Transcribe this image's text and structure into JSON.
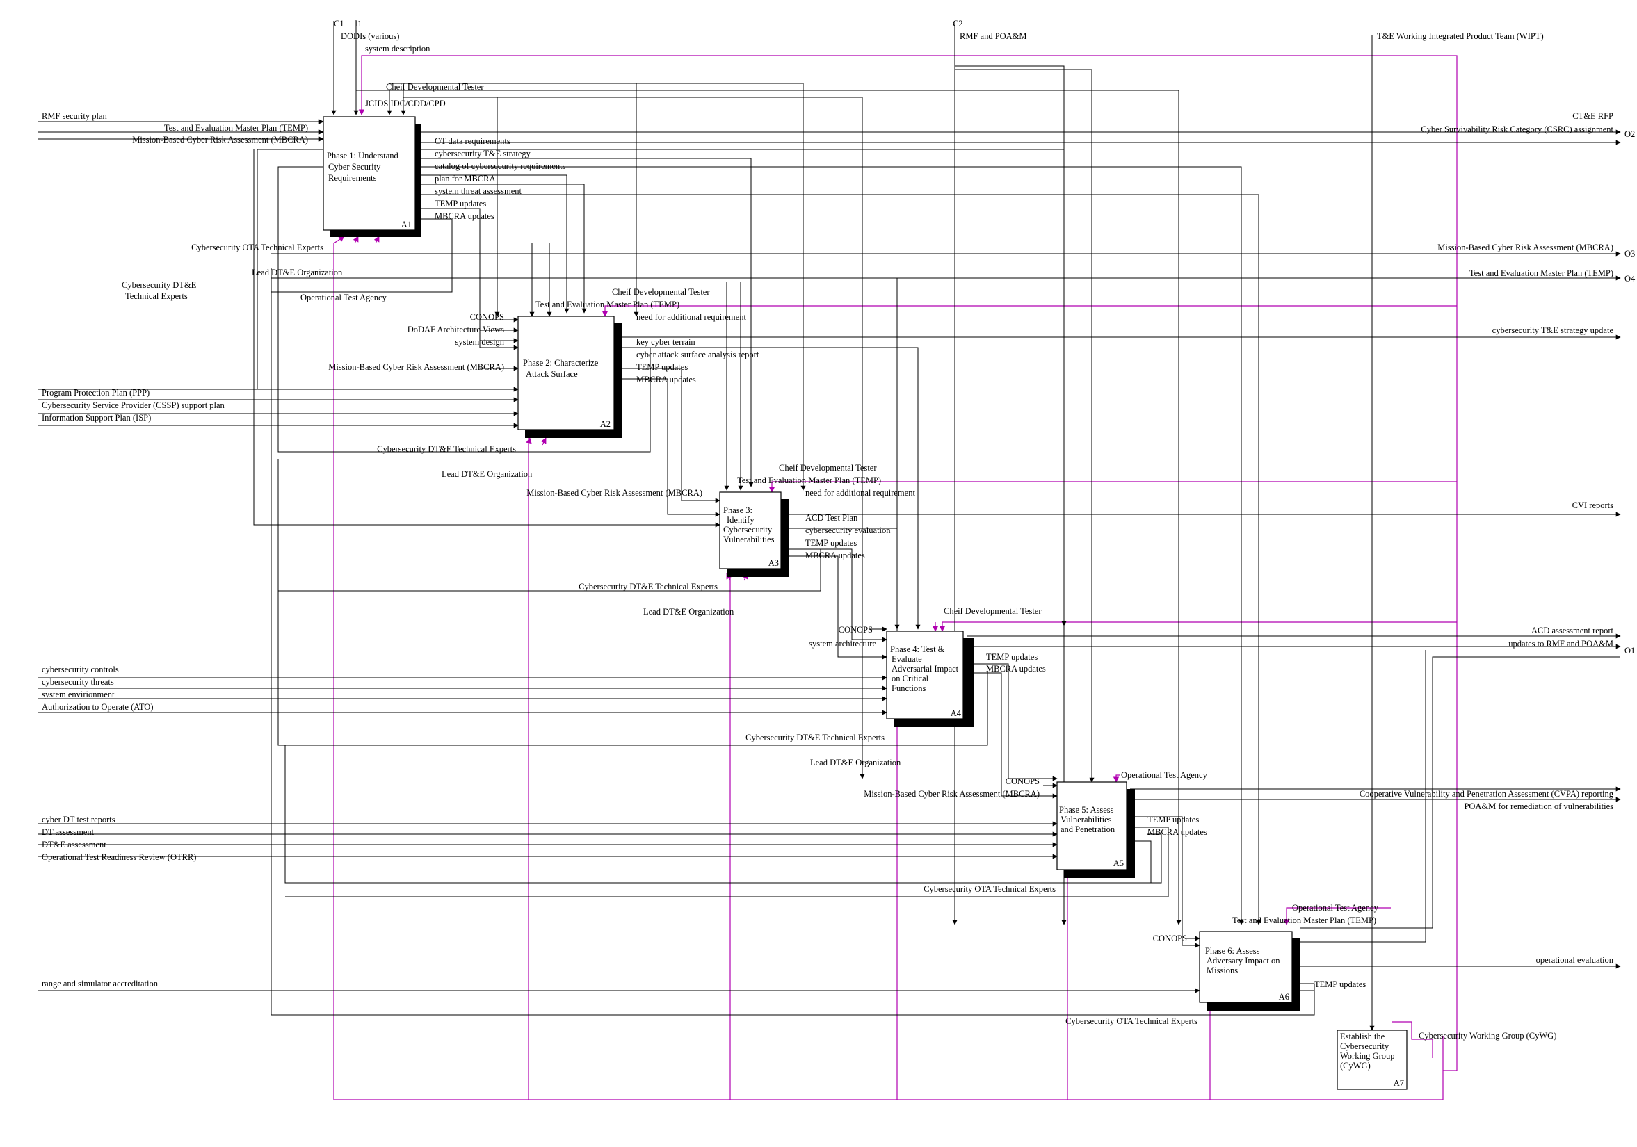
{
  "diagram": {
    "top_markers": {
      "c1": "C1",
      "i1": "I1",
      "c2": "C2"
    },
    "side_markers": {
      "o1": "O1",
      "o2": "O2",
      "o3": "O3",
      "o4": "O4"
    },
    "boxes": [
      {
        "id": "A1",
        "title": [
          "Phase 1:  Understand",
          "Cyber Security",
          "Requirements"
        ]
      },
      {
        "id": "A2",
        "title": [
          "Phase 2:  Characterize",
          "Attack Surface"
        ]
      },
      {
        "id": "A3",
        "title": [
          "Phase 3:",
          "Identify",
          "Cybersecurity",
          "Vulnerabilities"
        ]
      },
      {
        "id": "A4",
        "title": [
          "Phase 4:  Test &",
          "Evaluate",
          "Adversarial Impact",
          "on Critical",
          "Functions"
        ]
      },
      {
        "id": "A5",
        "title": [
          "Phase 5:  Assess",
          "Vulnerabilities",
          "and Penetration"
        ]
      },
      {
        "id": "A6",
        "title": [
          "Phase 6:  Assess",
          "Adversary Impact on",
          "Missions"
        ]
      },
      {
        "id": "A7",
        "title": [
          "Establish the",
          "Cybersecurity",
          "Working Group",
          "(CyWG)"
        ]
      }
    ],
    "labels": {
      "dodis": "DODIs (various)",
      "system_description": "system description",
      "rmf_poam_top": "RMF and POA&M",
      "wipt": "T&E Working Integrated Product Team (WIPT)",
      "cheif_dt_1": "Cheif Developmental Tester",
      "jcids": "JCIDS IDC/CDD/CPD",
      "rmf_security_plan": "RMF security plan",
      "temp_in": "Test and Evaluation Master Plan (TEMP)",
      "mbcra_in": "Mission-Based Cyber Risk Assessment (MBCRA)",
      "ot_data_req": "OT data requirements",
      "cs_te_strategy": "cybersecurity T&E strategy",
      "catalog_req": "catalog of cybersecurity requirements",
      "plan_mbcra": "plan for MBCRA",
      "system_threat": "system threat assessment",
      "temp_updates_1": "TEMP updates",
      "mbcra_updates_1": "MBCRA updates",
      "cte_rfp": "CT&E RFP",
      "csrc": "Cyber Survivability Risk Category (CSRC) assignment",
      "cs_ota_1": "Cybersecurity OTA Technical Experts",
      "lead_dte_1": "Lead DT&E Organization",
      "cs_dte_experts_1a": "Cybersecurity DT&E",
      "cs_dte_experts_1b": "Technical Experts",
      "op_test_agency_1": "Operational Test Agency",
      "mbcra_out": "Mission-Based Cyber Risk Assessment (MBCRA)",
      "temp_out": "Test and Evaluation Master Plan (TEMP)",
      "cheif_dt_2": "Cheif Developmental Tester",
      "temp_2": "Test and Evaluation Master Plan (TEMP)",
      "need_add_req_2": "need for additional requirement",
      "conops_2": "CONOPS",
      "dodaf": "DoDAF Architecture Views",
      "system_design": "system design",
      "mbcra_2": "Mission-Based Cyber Risk Assessment (MBCRA)",
      "key_cyber_terrain": "key cyber terrain",
      "cyber_attack_surface": "cyber attack surface analysis report",
      "temp_updates_2": "TEMP updates",
      "mbcra_updates_2": "MBCRA updates",
      "cs_te_strategy_update": "cybersecurity T&E strategy update",
      "ppp": "Program Protection Plan (PPP)",
      "cssp": "Cybersecurity Service Provider (CSSP) support plan",
      "isp": "Information Support Plan (ISP)",
      "cs_dte_experts_2": "Cybersecurity DT&E Technical Experts",
      "lead_dte_2": "Lead DT&E Organization",
      "cheif_dt_3": "Cheif Developmental Tester",
      "temp_3": "Test and Evaluation Master Plan (TEMP)",
      "mbcra_3": "Mission-Based Cyber Risk Assessment (MBCRA)",
      "need_add_req_3": "need for additional requirement",
      "acd_test_plan": "ACD Test Plan",
      "cs_evaluation": "cybersecurity evaluation",
      "temp_updates_3": "TEMP updates",
      "mbcra_updates_3": "MBCRA updates",
      "cvi_reports": "CVI reports",
      "cs_dte_experts_3": "Cybersecurity DT&E Technical Experts",
      "lead_dte_3": "Lead DT&E Organization",
      "cheif_dt_4": "Cheif Developmental Tester",
      "conops_4": "CONOPS",
      "system_architecture": "system architecture",
      "temp_updates_4": "TEMP updates",
      "mbcra_updates_4": "MBCRA updates",
      "acd_assessment": "ACD assessment report",
      "updates_rmf": "updates to RMF and POA&M",
      "cs_controls": "cybersecurity controls",
      "cs_threats": "cybersecurity threats",
      "system_env": "system envirionment",
      "ato": "Authorization to Operate (ATO)",
      "cs_dte_experts_4": "Cybersecurity DT&E Technical Experts",
      "lead_dte_4": "Lead DT&E Organization",
      "op_test_agency_5": "Operational Test Agency",
      "conops_5": "CONOPS",
      "mbcra_5": "Mission-Based Cyber Risk Assessment (MBCRA)",
      "temp_updates_5": "TEMP updates",
      "mbcra_updates_5": "MBCRA updates",
      "cvpa": "Cooperative Vulnerability and Penetration Assessment (CVPA) reporting",
      "poam_remediation": "POA&M for remediation of vulnerabilities",
      "cyber_dt_reports": "cyber DT test reports",
      "dt_assessment": "DT assessment",
      "dte_assessment": "DT&E assessment",
      "otrr": "Operational Test Readiness Review (OTRR)",
      "cs_ota_5": "Cybersecurity OTA Technical Experts",
      "op_test_agency_6": "Operational Test Agency",
      "temp_6": "Test and Evaluation Master Plan (TEMP)",
      "conops_6": "CONOPS",
      "operational_evaluation": "operational evaluation",
      "range_sim": "range and simulator accreditation",
      "temp_updates_6": "TEMP updates",
      "cs_ota_6": "Cybersecurity OTA Technical Experts",
      "cywg": "Cybersecurity Working Group (CyWG)"
    }
  }
}
